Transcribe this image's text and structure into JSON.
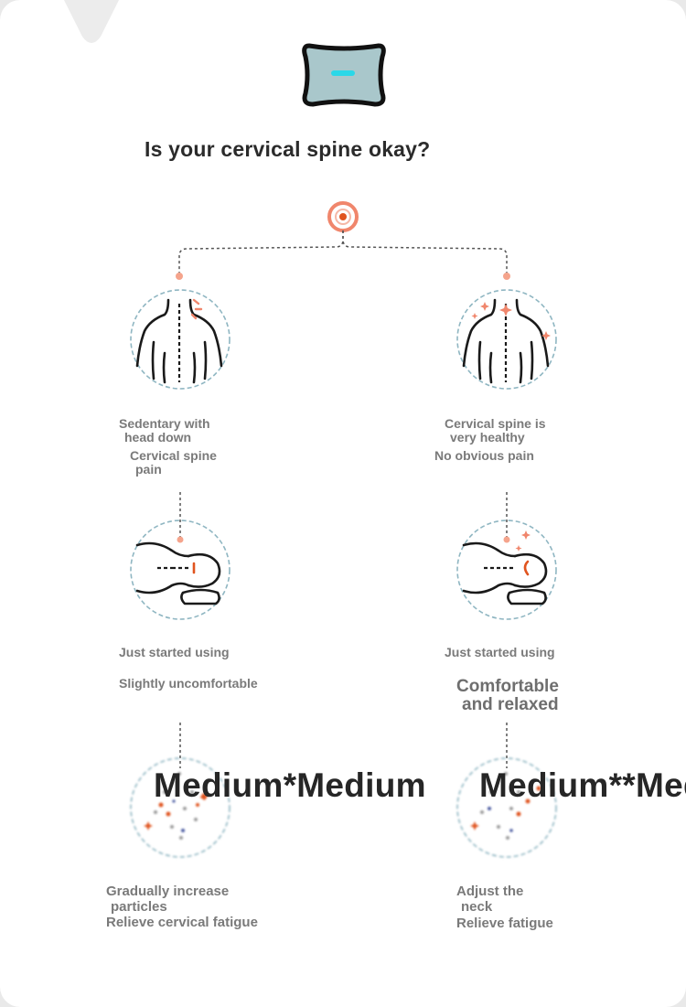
{
  "title": "Is your cervical spine okay?",
  "colors": {
    "accent": "#f0866c",
    "accent_dark": "#e0541f",
    "dashed_circle": "#8fb6c2",
    "label": "#7a7a7a",
    "title": "#2b2b2b",
    "pillow_fill": "#a9c7cb",
    "pillow_glow": "#2ad8e8"
  },
  "branches": {
    "left": {
      "condition": [
        "Sedentary with",
        "head down"
      ],
      "symptom": [
        "Cervical spine",
        "pain"
      ],
      "start": "Just started using",
      "feeling": [
        "Slightly uncomfortable"
      ],
      "overlay": "Medium*Medium",
      "result": [
        "Gradually increase",
        "particles"
      ],
      "result2": "Relieve cervical fatigue"
    },
    "right": {
      "condition": [
        "Cervical spine is",
        "very healthy"
      ],
      "symptom": [
        "No obvious pain"
      ],
      "start": "Just started using",
      "feeling": [
        "Comfortable",
        "and relaxed"
      ],
      "overlay": "Medium**Medium",
      "result": [
        "Adjust the",
        "neck"
      ],
      "result2": "Relieve fatigue"
    }
  },
  "icons": [
    "pillow-icon",
    "target-icon",
    "back-spine-icon",
    "sparkle-back-icon",
    "lying-head-pillow-icon",
    "pillow-particles-icon"
  ]
}
